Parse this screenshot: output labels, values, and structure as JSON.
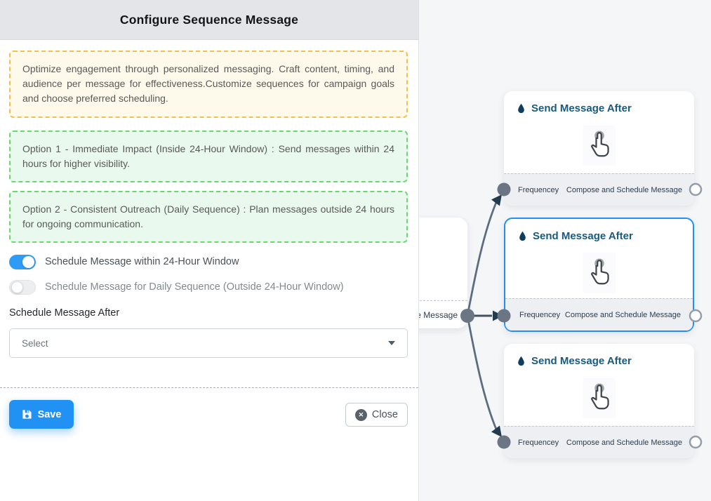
{
  "panel": {
    "title": "Configure Sequence Message",
    "notes": {
      "intro": "Optimize engagement through personalized messaging. Craft content, timing, and audience per message for effectiveness.Customize sequences for campaign goals and choose preferred scheduling.",
      "option1": "Option 1 - Immediate Impact (Inside 24-Hour Window) : Send messages within 24 hours for higher visibility.",
      "option2": "Option 2 - Consistent Outreach (Daily Sequence) : Plan messages outside 24 hours for ongoing communication."
    },
    "toggles": [
      {
        "label": "Schedule Message within 24-Hour Window",
        "state": "on"
      },
      {
        "label": "Schedule Message for Daily Sequence (Outside 24-Hour Window)",
        "state": "off"
      }
    ],
    "schedule_after_label": "Schedule Message After",
    "select_value": "Select",
    "save_label": "Save",
    "close_label": "Close",
    "close_icon_glyph": "✕"
  },
  "canvas": {
    "source_node": {
      "visible_footer_text": "ce Message"
    },
    "cards": [
      {
        "title": "Send Message After",
        "footer_left": "Frequencey",
        "footer_right": "Compose and Schedule Message",
        "selected": false
      },
      {
        "title": "Send Message After",
        "footer_left": "Frequencey",
        "footer_right": "Compose and Schedule Message",
        "selected": true
      },
      {
        "title": "Send Message After",
        "footer_left": "Frequencey",
        "footer_right": "Compose and Schedule Message",
        "selected": false
      }
    ],
    "colors": {
      "toggle_on_blue": "#2e9cf4",
      "save_button_blue": "#2191f4",
      "selected_card_border": "#1e90f6",
      "edge_gray": "#5c6d80",
      "arrow_navy": "#233b51",
      "handle_gray": "#6b7584",
      "node_title_blue": "#195a7d",
      "note_yellow_border": "#f3c14b",
      "note_green_border": "#69d96f",
      "canvas_bg": "#f5f6f8"
    }
  }
}
